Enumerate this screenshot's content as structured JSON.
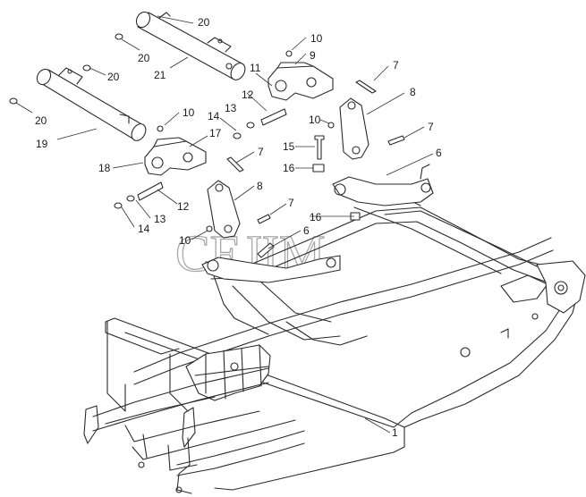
{
  "diagram": {
    "watermark": "CEJIM",
    "callouts": [
      {
        "id": "c20a",
        "label": "20"
      },
      {
        "id": "c10a",
        "label": "10"
      },
      {
        "id": "c9",
        "label": "9"
      },
      {
        "id": "c20b",
        "label": "20"
      },
      {
        "id": "c20c",
        "label": "20"
      },
      {
        "id": "c21",
        "label": "21"
      },
      {
        "id": "c11",
        "label": "11"
      },
      {
        "id": "c7a",
        "label": "7"
      },
      {
        "id": "c20d",
        "label": "20"
      },
      {
        "id": "c12a",
        "label": "12"
      },
      {
        "id": "c8a",
        "label": "8"
      },
      {
        "id": "c19",
        "label": "19"
      },
      {
        "id": "c10b",
        "label": "10"
      },
      {
        "id": "c14a",
        "label": "14"
      },
      {
        "id": "c13a",
        "label": "13"
      },
      {
        "id": "c10c",
        "label": "10"
      },
      {
        "id": "c7b",
        "label": "7"
      },
      {
        "id": "c17",
        "label": "17"
      },
      {
        "id": "c15",
        "label": "15"
      },
      {
        "id": "c7c",
        "label": "7"
      },
      {
        "id": "c16a",
        "label": "16"
      },
      {
        "id": "c6a",
        "label": "6"
      },
      {
        "id": "c18",
        "label": "18"
      },
      {
        "id": "c8b",
        "label": "8"
      },
      {
        "id": "c12b",
        "label": "12"
      },
      {
        "id": "c13b",
        "label": "13"
      },
      {
        "id": "c14b",
        "label": "14"
      },
      {
        "id": "c7d",
        "label": "7"
      },
      {
        "id": "c16b",
        "label": "16"
      },
      {
        "id": "c10d",
        "label": "10"
      },
      {
        "id": "c6b",
        "label": "6"
      },
      {
        "id": "c1",
        "label": "1"
      }
    ]
  }
}
